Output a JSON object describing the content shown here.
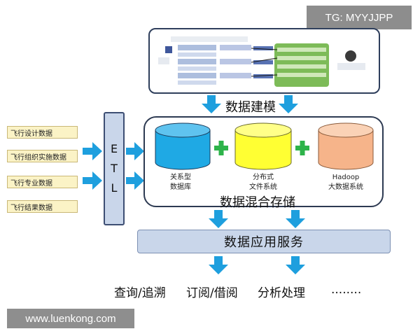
{
  "watermark": "TG: MYYJJPP",
  "footer_url": "www.luenkong.com",
  "modeling_label": "数据建模",
  "sources": [
    "飞行设计数据",
    "飞行组织实施数据",
    "飞行专业数据",
    "飞行结果数据"
  ],
  "etl_letters": [
    "E",
    "T",
    "L"
  ],
  "storage": {
    "databases": [
      {
        "line1": "关系型",
        "line2": "数据库",
        "color": "#1fa9e4"
      },
      {
        "line1": "分布式",
        "line2": "文件系统",
        "color": "#ffff33"
      },
      {
        "line1": "Hadoop",
        "line2": "大数据系统",
        "color": "#f6b48a"
      }
    ],
    "label": "数据混合存储"
  },
  "service_label": "数据应用服务",
  "applications": [
    "查询/追溯",
    "订阅/借阅",
    "分析处理",
    "........"
  ],
  "colors": {
    "arrow": "#1e9fde",
    "plus": "#2db34a"
  }
}
